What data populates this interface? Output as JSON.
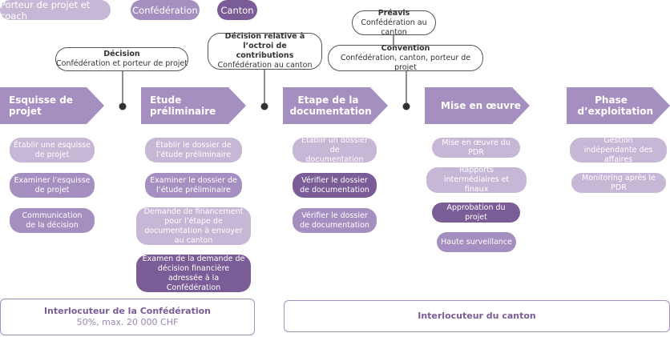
{
  "legend": [
    {
      "label": "Porteur de projet et coach",
      "level": "light"
    },
    {
      "label": "Confédération",
      "level": "mid"
    },
    {
      "label": "Canton",
      "level": "dark"
    }
  ],
  "colors": {
    "light": "#c6b7d6",
    "mid": "#a58fc0",
    "dark": "#7a5c97",
    "line": "#444444"
  },
  "decisions": [
    {
      "title": "Décision",
      "sub": "Confédération et porteur de projet"
    },
    {
      "title": "Décision relative à l’octroi de contributions",
      "sub": "Confédération au canton"
    },
    {
      "title": "Préavis",
      "sub": "Confédération au canton"
    },
    {
      "title": "Convention",
      "sub": "Confédération, canton, porteur de projet"
    }
  ],
  "phases": [
    {
      "label": "Esquisse de projet"
    },
    {
      "label": "Etude préliminaire"
    },
    {
      "label": "Etape de la documentation"
    },
    {
      "label": "Mise en œuvre"
    },
    {
      "label": "Phase d’exploitation"
    }
  ],
  "tasks": [
    {
      "label": "Établir une esquisse de projet",
      "level": "light"
    },
    {
      "label": "Examiner l’esquisse de projet",
      "level": "mid"
    },
    {
      "label": "Communication de la décision",
      "level": "mid"
    },
    {
      "label": "Établir le dossier de l’étude préliminaire",
      "level": "light"
    },
    {
      "label": "Examiner le dossier de l’étude préliminaire",
      "level": "mid"
    },
    {
      "label": "Demande de financement pour l’étape de documentation à envoyer au canton",
      "level": "light"
    },
    {
      "label": "Examen de la demande de décision financière adressée à la Confédération",
      "level": "dark"
    },
    {
      "label": "Établir un dossier de documentation",
      "level": "light"
    },
    {
      "label": "Vérifier le dossier de documentation",
      "level": "dark"
    },
    {
      "label": "Vérifier le dossier de documentation",
      "level": "mid"
    },
    {
      "label": "Mise en œuvre du PDR",
      "level": "light"
    },
    {
      "label": "Rapports intermédiaires et finaux",
      "level": "light"
    },
    {
      "label": "Approbation du projet",
      "level": "dark"
    },
    {
      "label": "Haute surveillance",
      "level": "mid"
    },
    {
      "label": "Gestion indépendante des affaires",
      "level": "light"
    },
    {
      "label": "Monitoring après le PDR",
      "level": "light"
    }
  ],
  "interlocutors": [
    {
      "title": "Interlocuteur de la Confédération",
      "sub": "50%, max. 20 000 CHF"
    },
    {
      "title": "Interlocuteur du canton",
      "sub": ""
    }
  ]
}
